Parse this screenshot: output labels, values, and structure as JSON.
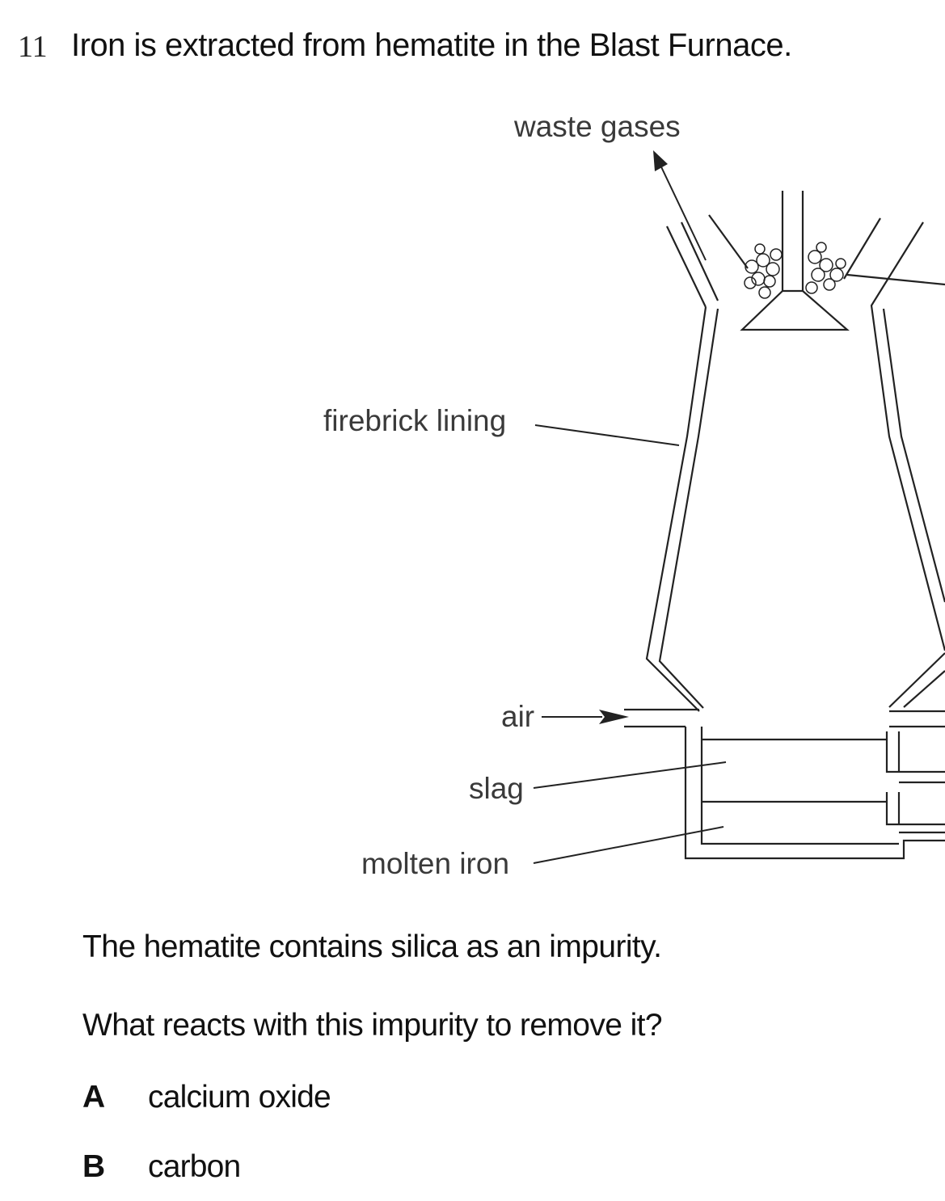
{
  "question": {
    "number": "11",
    "title": "Iron is extracted from hematite in the Blast Furnace."
  },
  "diagram": {
    "labels": {
      "waste_gases": "waste gases",
      "firebrick_lining": "firebrick lining",
      "air": "air",
      "slag": "slag",
      "molten_iron": "molten iron"
    }
  },
  "body": {
    "statement": "The hematite contains silica as an impurity.",
    "prompt": "What reacts with this impurity to remove it?"
  },
  "options": [
    {
      "letter": "A",
      "text": "calcium oxide"
    },
    {
      "letter": "B",
      "text": "carbon"
    }
  ]
}
